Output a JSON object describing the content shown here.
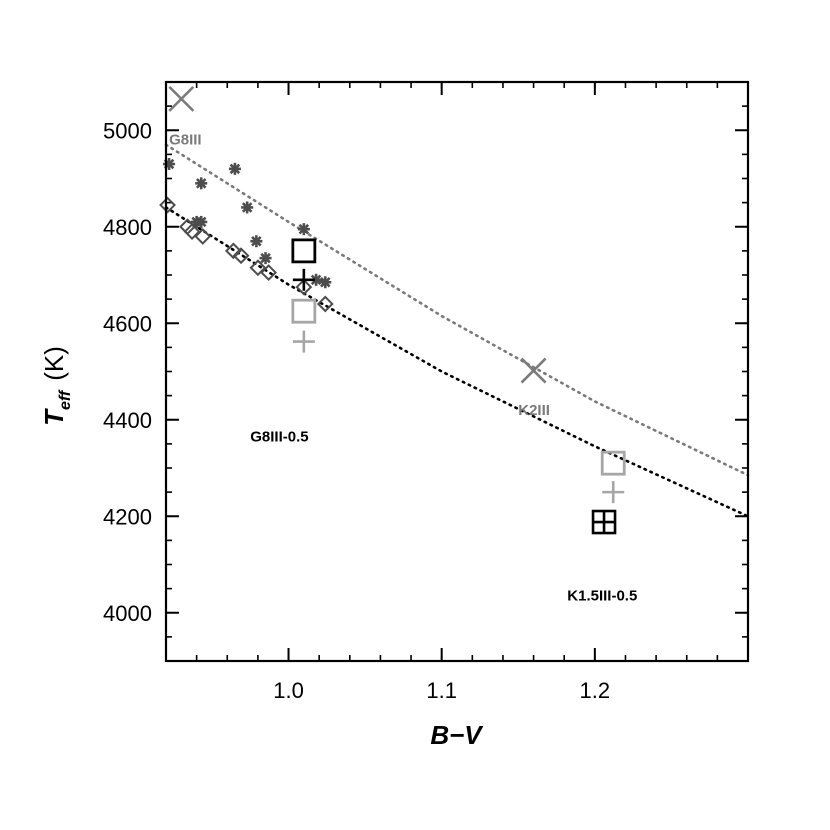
{
  "chart_data": {
    "type": "scatter",
    "xlabel": "B−V",
    "ylabel": "T",
    "ylabel_sub": "eff",
    "ylabel_unit": "(K)",
    "xlim": [
      0.92,
      1.3
    ],
    "ylim": [
      3900,
      5100
    ],
    "x_ticks": [
      {
        "v": 1.0,
        "label": "1.0"
      },
      {
        "v": 1.1,
        "label": "1.1"
      },
      {
        "v": 1.2,
        "label": "1.2"
      }
    ],
    "y_ticks": [
      {
        "v": 4000,
        "label": "4000"
      },
      {
        "v": 4200,
        "label": "4200"
      },
      {
        "v": 4400,
        "label": "4400"
      },
      {
        "v": 4600,
        "label": "4600"
      },
      {
        "v": 4800,
        "label": "4800"
      },
      {
        "v": 5000,
        "label": "5000"
      }
    ],
    "x_minor_step": 0.02,
    "y_minor_step": 50,
    "grid": false,
    "colors": {
      "dark": "#000000",
      "gray": "#7a7a7a",
      "light": "#a6a6a6",
      "mid": "#4d4d4d"
    },
    "series": [
      {
        "marker": "asterisk",
        "color": "#4d4d4d",
        "points": [
          [
            0.922,
            4930
          ],
          [
            0.943,
            4890
          ],
          [
            0.94,
            4810
          ],
          [
            0.943,
            4810
          ],
          [
            0.965,
            4920
          ],
          [
            0.973,
            4840
          ],
          [
            0.979,
            4770
          ],
          [
            0.985,
            4735
          ],
          [
            1.01,
            4795
          ],
          [
            1.018,
            4690
          ],
          [
            1.024,
            4685
          ]
        ]
      },
      {
        "marker": "diamond",
        "color": "#4d4d4d",
        "points": [
          [
            0.921,
            4845
          ],
          [
            0.934,
            4800
          ],
          [
            0.937,
            4790
          ],
          [
            0.944,
            4780
          ],
          [
            0.964,
            4750
          ],
          [
            0.969,
            4740
          ],
          [
            0.98,
            4715
          ],
          [
            0.987,
            4705
          ],
          [
            1.01,
            4675
          ],
          [
            1.024,
            4640
          ]
        ]
      },
      {
        "marker": "square",
        "color": "#000000",
        "points": [
          [
            1.01,
            4750
          ]
        ]
      },
      {
        "marker": "plus",
        "color": "#000000",
        "points": [
          [
            1.01,
            4690
          ]
        ]
      },
      {
        "marker": "square",
        "color": "#a6a6a6",
        "points": [
          [
            1.01,
            4625
          ],
          [
            1.212,
            4310
          ]
        ]
      },
      {
        "marker": "plus",
        "color": "#a6a6a6",
        "points": [
          [
            1.01,
            4562
          ],
          [
            1.212,
            4250
          ]
        ]
      },
      {
        "marker": "boxplus",
        "color": "#000000",
        "points": [
          [
            1.206,
            4188
          ]
        ]
      },
      {
        "marker": "cross",
        "color": "#7a7a7a",
        "points": [
          [
            0.93,
            5065
          ],
          [
            1.16,
            4502
          ]
        ]
      }
    ],
    "lines": [
      {
        "style": "dotted",
        "color": "#7a7a7a",
        "points": [
          [
            0.92,
            4970
          ],
          [
            1.0,
            4810
          ],
          [
            1.1,
            4615
          ],
          [
            1.2,
            4438
          ],
          [
            1.3,
            4285
          ]
        ]
      },
      {
        "style": "dotted",
        "color": "#000000",
        "points": [
          [
            0.92,
            4840
          ],
          [
            1.0,
            4680
          ],
          [
            1.1,
            4500
          ],
          [
            1.2,
            4345
          ],
          [
            1.3,
            4200
          ]
        ]
      }
    ],
    "annotations": [
      {
        "text": "G8III",
        "x": 0.922,
        "y": 4970,
        "color": "#7a7a7a"
      },
      {
        "text": "K2III",
        "x": 1.15,
        "y": 4410,
        "color": "#7a7a7a"
      },
      {
        "text": "G8III-0.5",
        "x": 0.975,
        "y": 4355,
        "color": "#000000"
      },
      {
        "text": "K1.5III-0.5",
        "x": 1.182,
        "y": 4025,
        "color": "#000000"
      }
    ]
  }
}
